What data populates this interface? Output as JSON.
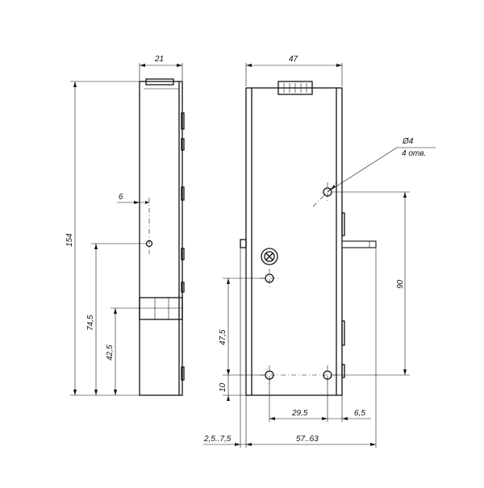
{
  "side_view": {
    "width_label": "21",
    "height_label": "154",
    "offset_label": "6",
    "hole_height_label": "74,5",
    "slot_height_label": "42,5"
  },
  "front_view": {
    "width_label": "47",
    "hole_label_diameter": "Ø4",
    "hole_label_count": "4 отв.",
    "vertical_spacing_label": "90",
    "upper_hole_label": "47,5",
    "bottom_hole_label": "10",
    "horizontal_spacing_label": "29,5",
    "edge_offset_label": "6,5",
    "range_left_label": "2,5..7,5",
    "range_total_label": "57..63"
  }
}
